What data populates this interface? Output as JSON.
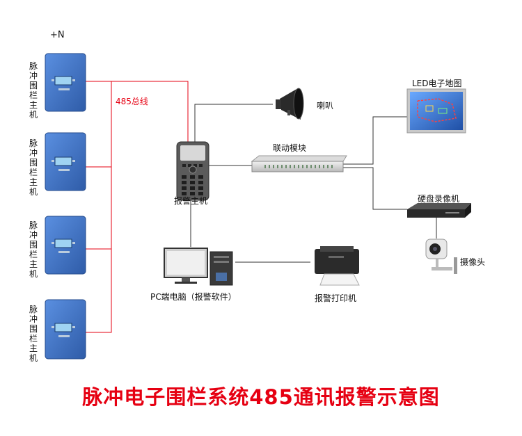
{
  "diagram": {
    "title": "脉冲电子围栏系统485通讯报警示意图",
    "power_label": "+N",
    "bus_label": "485总线",
    "fence_host_label": "脉冲围栏主机",
    "alarm_host_label": "报警主机",
    "horn_label": "喇叭",
    "linkage_module_label": "联动模块",
    "led_map_label": "LED电子地图",
    "nvr_label": "硬盘录像机",
    "camera_label": "摄像头",
    "pc_label": "PC端电脑（报警软件）",
    "printer_label": "报警打印机"
  },
  "colors": {
    "bus_line": "#e60012",
    "link_line": "#333333",
    "title": "#e60012",
    "fence_host_body": "#3d6fbf"
  },
  "icons": [
    "fence-host-device",
    "alarm-host-keypad",
    "horn-speaker",
    "rack-module",
    "led-map-screen",
    "nvr-recorder",
    "cctv-camera",
    "pc-computer",
    "printer"
  ]
}
